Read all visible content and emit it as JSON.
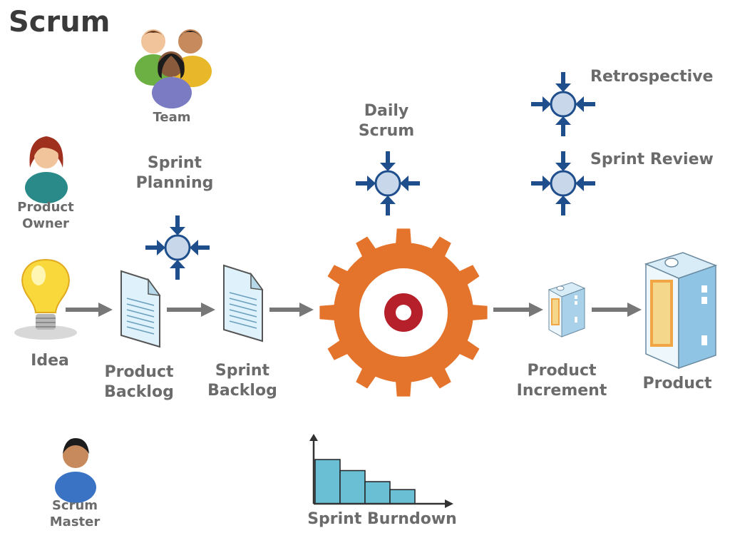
{
  "title": "Scrum",
  "roles": {
    "team": "Team",
    "product_owner": [
      "Product",
      "Owner"
    ],
    "scrum_master": [
      "Scrum",
      "Master"
    ]
  },
  "events": {
    "sprint_planning": [
      "Sprint",
      "Planning"
    ],
    "daily_scrum": [
      "Daily",
      "Scrum"
    ],
    "retrospective": "Retrospective",
    "sprint_review": "Sprint Review"
  },
  "flow": {
    "idea": "Idea",
    "product_backlog": [
      "Product",
      "Backlog"
    ],
    "sprint_backlog": [
      "Sprint",
      "Backlog"
    ],
    "product_increment": [
      "Product",
      "Increment"
    ],
    "product": "Product"
  },
  "burndown": {
    "label": "Sprint Burndown",
    "values": [
      1.0,
      0.75,
      0.5,
      0.32
    ]
  },
  "colors": {
    "label_gray": "#6b6b6b",
    "gear_orange": "#e4732b",
    "target_red": "#b5202a",
    "arrow_gray": "#777777",
    "event_blue": "#1f4e8c",
    "event_fill": "#c8d8ea",
    "burndown_fill": "#6bbfd4"
  }
}
